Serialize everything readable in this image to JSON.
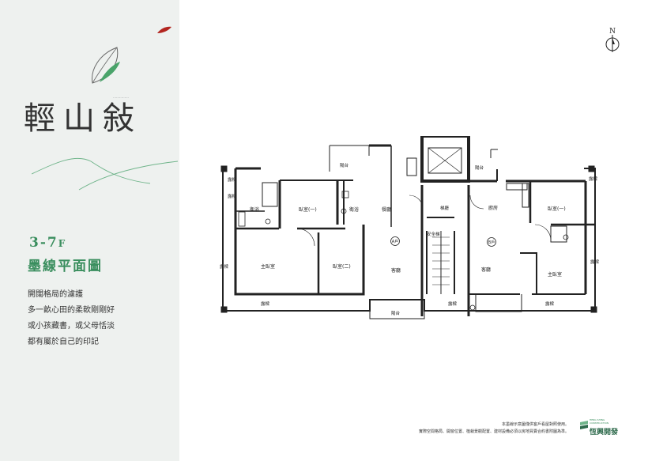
{
  "brand": {
    "title": "輕山敍",
    "vertical_subtitle": "……………",
    "floor": "3-7",
    "floor_suffix": "F",
    "plan_title": "墨線平面圖",
    "poem": [
      "開闊格局的濾護",
      "多一畝心田的柔軟剛剛好",
      "或小孩藏書，或父母恬淡",
      "都有屬於自己的印記"
    ]
  },
  "plan": {
    "compass": "N",
    "unit_a": "A戶",
    "unit_b": "B戶",
    "rooms": {
      "master_bedroom_a": "主臥室",
      "bedroom1_a": "臥室(一)",
      "bedroom2_a": "臥室(二)",
      "bath_left": "衛浴",
      "bath_mid": "衛浴",
      "dining": "餐廳",
      "living_a": "客廳",
      "balcony_top_left": "陽台",
      "balcony_bottom": "陽台",
      "balcony_top_right": "陽台",
      "elevator_hall": "梯廳",
      "safety_stair": "安全梯",
      "kitchen": "廚房",
      "living_b": "客廳",
      "bedroom1_b": "臥室(一)",
      "master_bedroom_b": "主臥室"
    },
    "ledges": {
      "top_left": "露樑",
      "top_left_2": "露樑",
      "left_side": "露樑",
      "bottom_left": "露樑",
      "bottom_mid": "露樑",
      "bottom_right": "露樑",
      "right_top": "露樑",
      "right_side": "露樑"
    }
  },
  "footer": {
    "disclaimer_1": "本墨線示意圖僅供客戶看屋對照使用。",
    "disclaimer_2": "實際空間格局、開窗位置、植栽景觀配置、建材設備必須以房地買賣合約書附圖為準。",
    "logo_en": "HENG SHING CONSTRUCTION",
    "logo_zh": "恆興開發"
  },
  "colors": {
    "accent_green": "#3a8e5e",
    "sidebar_bg": "#eef1ef",
    "leaf_red": "#b2251f"
  }
}
